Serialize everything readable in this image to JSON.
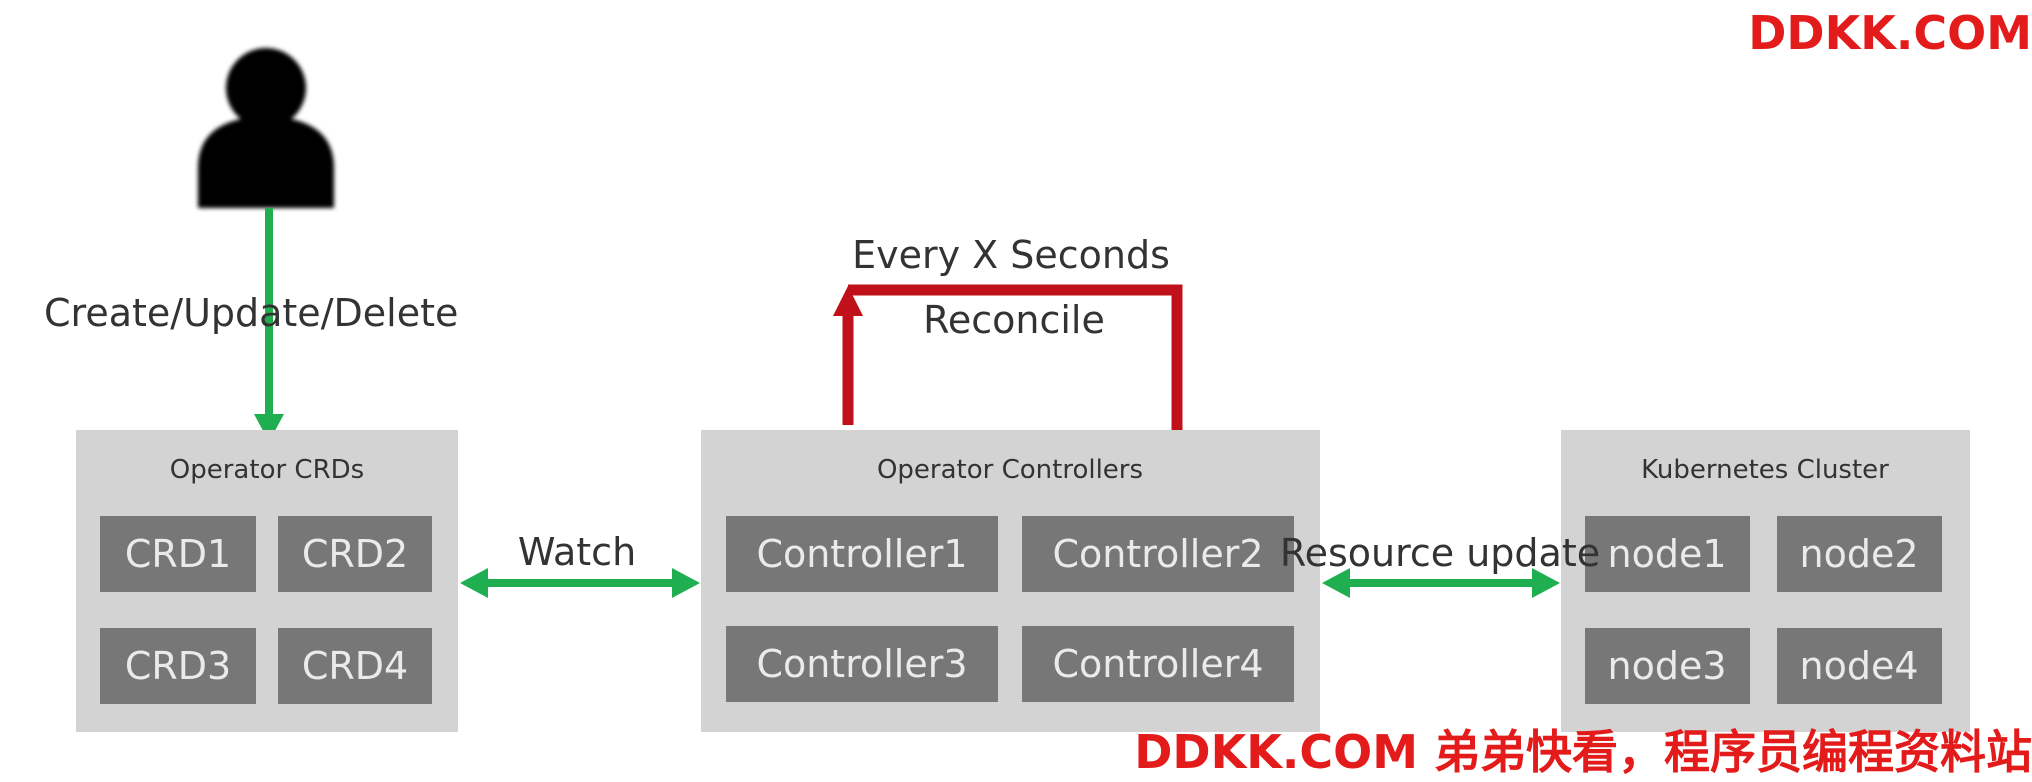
{
  "watermarks": {
    "top": "DDKK.COM",
    "bottom": "DDKK.COM 弟弟快看，程序员编程资料站"
  },
  "labels": {
    "user_action": "Create/Update/Delete",
    "watch": "Watch",
    "resource_update": "Resource update",
    "loop_top": "Every X Seconds",
    "loop_bottom": "Reconcile"
  },
  "groups": {
    "crds": {
      "title": "Operator CRDs",
      "items": [
        "CRD1",
        "CRD2",
        "CRD3",
        "CRD4"
      ]
    },
    "controllers": {
      "title": "Operator Controllers",
      "items": [
        "Controller1",
        "Controller2",
        "Controller3",
        "Controller4"
      ]
    },
    "cluster": {
      "title": "Kubernetes Cluster",
      "items": [
        "node1",
        "node2",
        "node3",
        "node4"
      ]
    }
  },
  "colors": {
    "flow_arrow": "#1faf50",
    "reconcile_loop": "#c0101a",
    "group_box": "#d3d3d3",
    "item_box": "#777777",
    "watermark": "#e31b1b"
  },
  "icons": {
    "user": "user-silhouette-icon"
  }
}
